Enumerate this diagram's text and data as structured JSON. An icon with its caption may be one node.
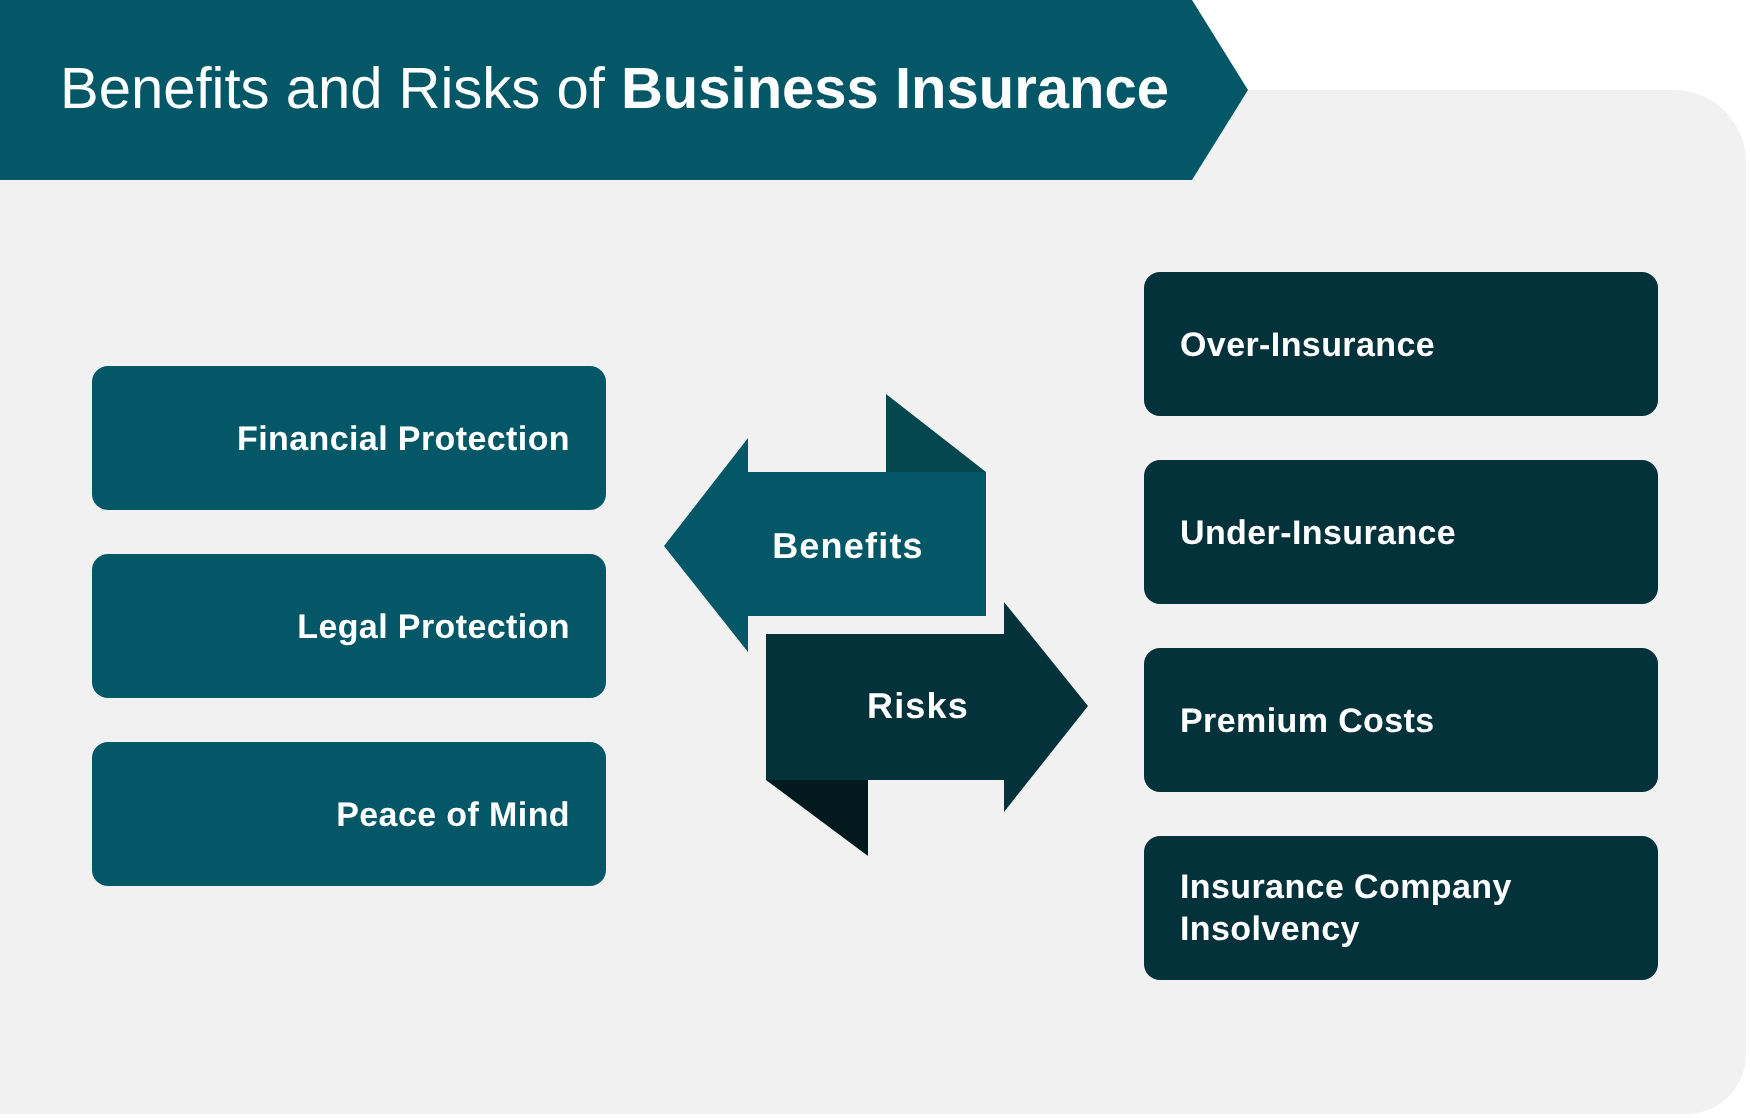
{
  "diagram": {
    "title": "Benefits and Risks of **Business Insurance**",
    "nodes": [
      {
        "text": [
          "Financial Protection"
        ]
      },
      {
        "text": [
          "Legal Protection"
        ]
      },
      {
        "text": [
          "Peace of Mind"
        ]
      },
      {
        "text": [
          "Benefits"
        ]
      },
      {
        "text": [
          "Risks"
        ]
      },
      {
        "text": [
          "Over-Insurance"
        ]
      },
      {
        "text": [
          "Under-Insurance"
        ]
      },
      {
        "text": [
          "Premium Costs"
        ]
      },
      {
        "text": [
          "Insurance Company Insolvency"
        ]
      }
    ]
  }
}
